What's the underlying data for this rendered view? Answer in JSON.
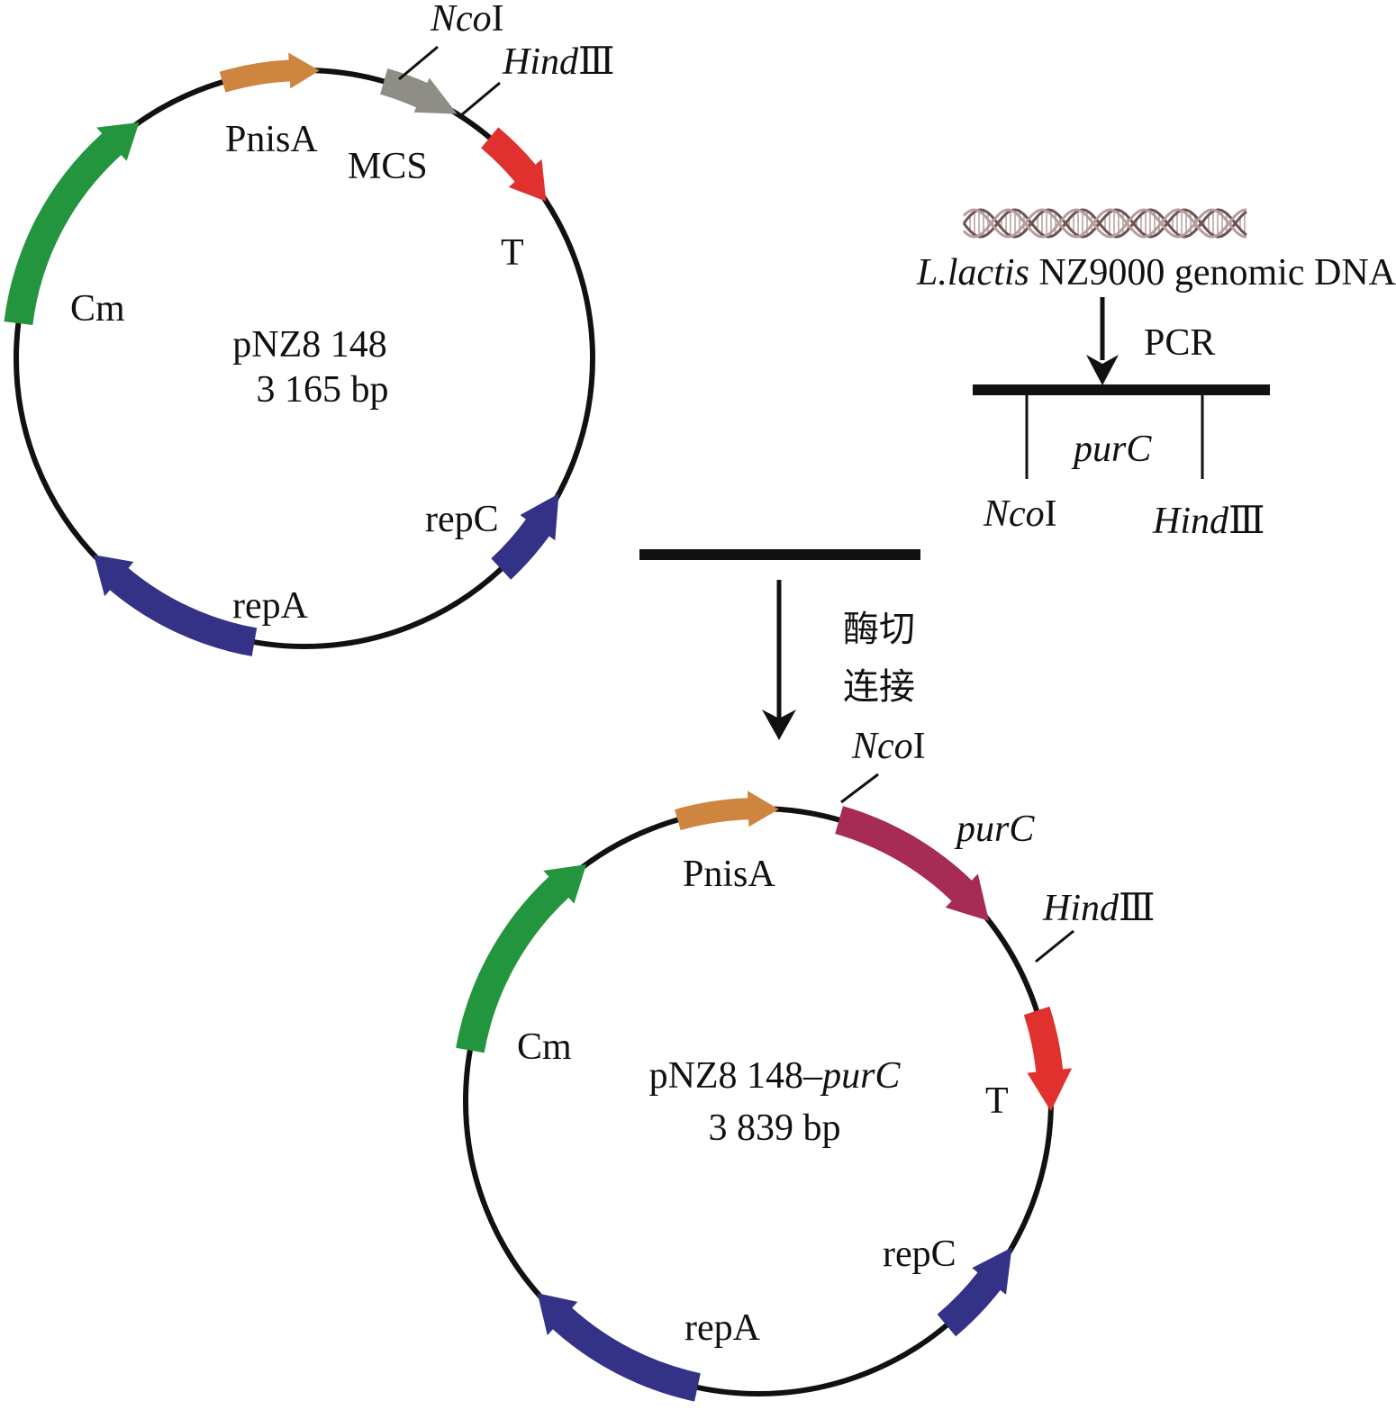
{
  "colors": {
    "promoter": "#CD853F",
    "mcs": "#8E8E86",
    "terminator": "#E0312F",
    "rep": "#343287",
    "cm": "#24953F",
    "insert": "#A62B55",
    "backbone": "#111111",
    "dna_helix": "#B59E9C"
  },
  "plasmid_top": {
    "name": "pNZ8 148",
    "size": "3 165 bp",
    "labels": {
      "pnisa": "PnisA",
      "mcs": "MCS",
      "t": "T",
      "cm": "Cm",
      "repc": "repC",
      "repa": "repA"
    },
    "sites": {
      "ncoi": {
        "name": "Nco",
        "suffix": "I"
      },
      "hindiii": {
        "name": "Hind",
        "suffix": "Ⅲ"
      }
    }
  },
  "pcr": {
    "source": {
      "organism": "L.lactis",
      "rest": " NZ9000 genomic DNA"
    },
    "method": "PCR",
    "gene": "purC",
    "sites": {
      "ncoi": {
        "name": "Nco",
        "suffix": "I"
      },
      "hindiii": {
        "name": "Hind",
        "suffix": "Ⅲ"
      }
    }
  },
  "step": {
    "line1": "酶切",
    "line2": "连接"
  },
  "plasmid_bottom": {
    "name_prefix": "pNZ8 148–",
    "name_gene": "purC",
    "size": "3 839 bp",
    "labels": {
      "pnisa": "PnisA",
      "purc": "purC",
      "t": "T",
      "cm": "Cm",
      "repc": "repC",
      "repa": "repA"
    },
    "sites": {
      "ncoi": {
        "name": "Nco",
        "suffix": "I"
      },
      "hindiii": {
        "name": "Hind",
        "suffix": "Ⅲ"
      }
    }
  }
}
